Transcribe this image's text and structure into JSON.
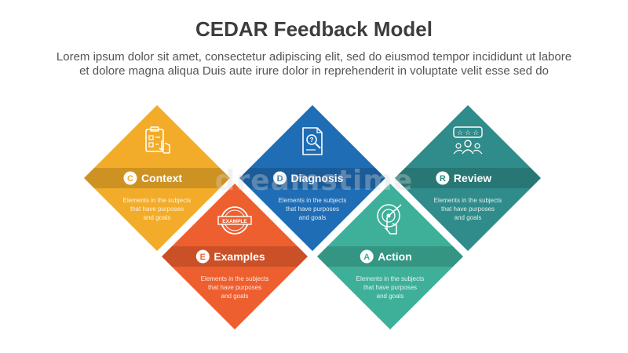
{
  "title": "CEDAR Feedback Model",
  "subtitle_lines": [
    "Lorem ipsum dolor sit amet, consectetur adipiscing elit, sed do eiusmod tempor incididunt ut labore",
    "et dolore magna aliqua Duis aute irure dolor in reprehenderit in voluptate velit esse sed do"
  ],
  "steps": [
    {
      "id": "context",
      "letter": "C",
      "label": "Context",
      "color": "#F2AC2A",
      "icon": "clipboard-touch-icon",
      "desc": [
        "Elements in the subjects",
        "that have purposes",
        "and goals"
      ]
    },
    {
      "id": "examples",
      "letter": "E",
      "label": "Examples",
      "color": "#EE5F2F",
      "icon": "example-stamp-icon",
      "desc": [
        "Elements in the subjects",
        "that have purposes",
        "and goals"
      ]
    },
    {
      "id": "diagnosis",
      "letter": "D",
      "label": "Diagnosis",
      "color": "#1F6DB5",
      "icon": "document-search-icon",
      "desc": [
        "Elements in the subjects",
        "that have purposes",
        "and goals"
      ]
    },
    {
      "id": "action",
      "letter": "A",
      "label": "Action",
      "color": "#3EB09A",
      "icon": "target-finger-icon",
      "desc": [
        "Elements in the subjects",
        "that have purposes",
        "and goals"
      ]
    },
    {
      "id": "review",
      "letter": "R",
      "label": "Review",
      "color": "#2F8C8A",
      "icon": "rating-people-icon",
      "desc": [
        "Elements in the subjects",
        "that have purposes",
        "and goals"
      ]
    }
  ],
  "watermark": "dreamstime"
}
